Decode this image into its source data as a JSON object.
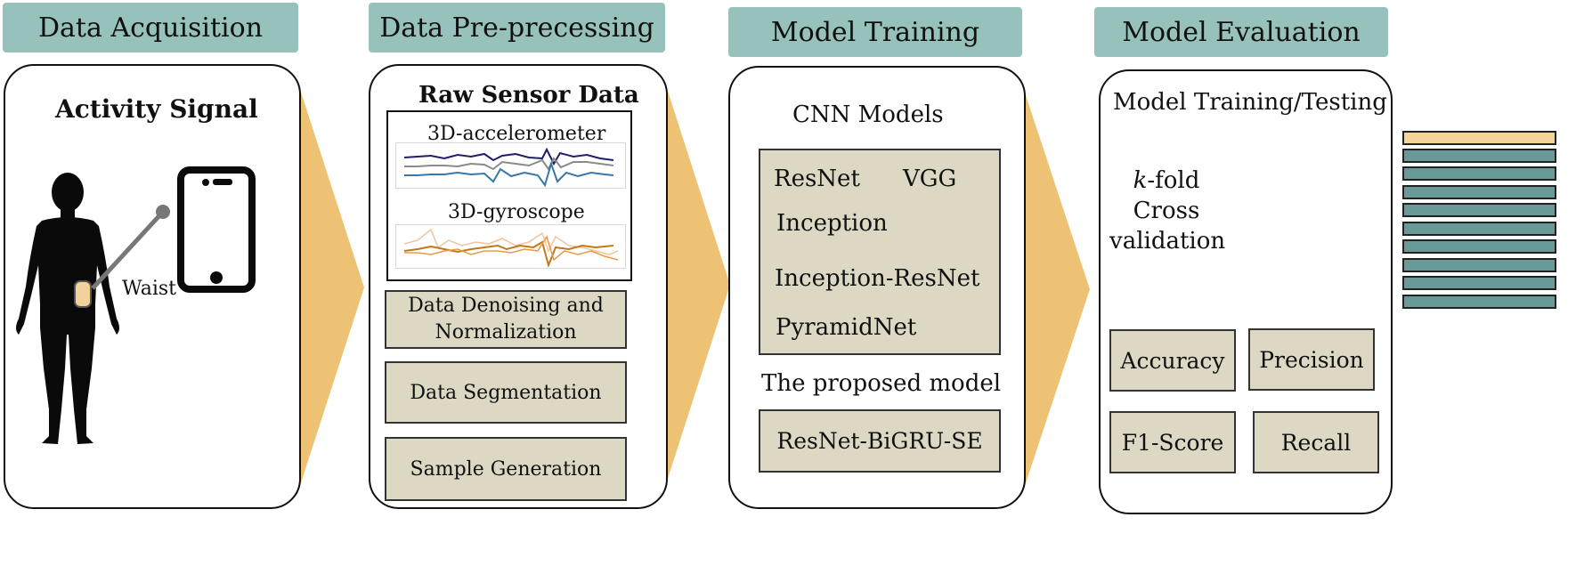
{
  "stages": [
    {
      "header": "Data Acquisition"
    },
    {
      "header": "Data Pre-precessing"
    },
    {
      "header": "Model Training"
    },
    {
      "header": "Model Evaluation"
    }
  ],
  "acquisition": {
    "title": "Activity Signal",
    "sensor_location_label": "Waist"
  },
  "preprocessing": {
    "raw_title": "Raw Sensor Data",
    "accelerometer_label": "3D-accelerometer",
    "gyroscope_label": "3D-gyroscope",
    "steps": [
      "Data Denoising and Normalization",
      "Data Segmentation",
      "Sample Generation"
    ]
  },
  "training": {
    "cnn_title": "CNN Models",
    "models": [
      "ResNet",
      "VGG",
      "Inception",
      "Inception-ResNet",
      "PyramidNet"
    ],
    "proposed_title": "The proposed model",
    "proposed_model": "ResNet-BiGRU-SE"
  },
  "evaluation": {
    "title": "Model Training/Testing",
    "kfold_prefix": "k",
    "kfold_line1_rest": "-fold",
    "kfold_line2": "Cross",
    "kfold_line3": "validation",
    "metrics": [
      "Accuracy",
      "Precision",
      "F1-Score",
      "Recall"
    ]
  },
  "colors": {
    "header_bg": "#97c2bb",
    "arrow": "#eec274",
    "tan_box": "#ddd8c4",
    "fold_test": "#f5d49a",
    "fold_train": "#6a9a98",
    "phone_highlight": "#f3d19b"
  }
}
